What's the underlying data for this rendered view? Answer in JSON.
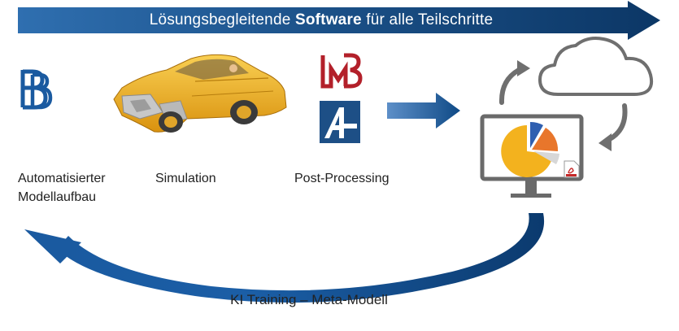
{
  "banner": {
    "text_prefix": "Lösungsbegleitende",
    "text_bold": "Software",
    "text_suffix": "für alle Teilschritte",
    "color": "#1a4f86"
  },
  "steps": [
    {
      "label_line1": "Automatisierter",
      "label_line2": "Modellaufbau",
      "icon": "beta-ss-logo-icon"
    },
    {
      "label_line1": "Simulation",
      "icon": "crash-test-car-icon"
    },
    {
      "label_line1": "Post-Processing",
      "icons": [
        "meta-mb-logo-icon",
        "animator-a4-logo-icon"
      ]
    }
  ],
  "output": {
    "icons": [
      "monitor-pie-chart-icon",
      "pdf-document-icon",
      "cloud-icon",
      "sync-arrows-icon"
    ]
  },
  "loop": {
    "label": "KI Training – Meta-Modell",
    "color": "#0f4a86"
  },
  "colors": {
    "accent_blue": "#1a5aa0",
    "logo_red": "#b3202a",
    "car_yellow": "#f3b21e",
    "pie_blue": "#2f5fb0",
    "pie_orange": "#e8762b"
  }
}
